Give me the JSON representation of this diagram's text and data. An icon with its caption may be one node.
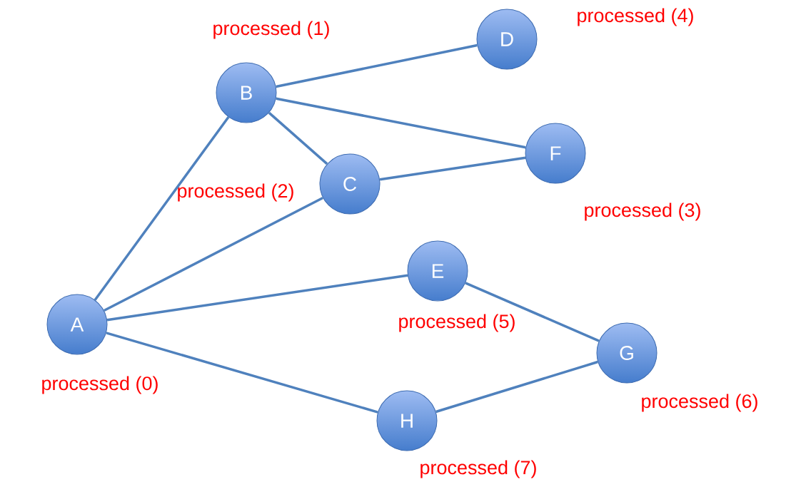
{
  "diagram": {
    "nodes": [
      {
        "text": [
          "A"
        ],
        "beside": [
          "processed (0)"
        ]
      },
      {
        "text": [
          "B"
        ],
        "beside": [
          "processed (1)"
        ]
      },
      {
        "text": [
          "C"
        ],
        "beside": [
          "processed (2)"
        ]
      },
      {
        "text": [
          "D"
        ],
        "beside": [
          "processed (4)"
        ]
      },
      {
        "text": [
          "E"
        ],
        "beside": [
          "processed (5)"
        ]
      },
      {
        "text": [
          "F"
        ],
        "beside": [
          "processed (3)"
        ]
      },
      {
        "text": [
          "G"
        ],
        "beside": [
          "processed (6)"
        ]
      },
      {
        "text": [
          "H"
        ],
        "beside": [
          "processed (7)"
        ]
      }
    ],
    "edges": [
      {
        "from": 0,
        "to": 1,
        "arrow": "none"
      },
      {
        "from": 0,
        "to": 2,
        "arrow": "none"
      },
      {
        "from": 0,
        "to": 4,
        "arrow": "none"
      },
      {
        "from": 0,
        "to": 7,
        "arrow": "none"
      },
      {
        "from": 1,
        "to": 2,
        "arrow": "none"
      },
      {
        "from": 1,
        "to": 3,
        "arrow": "none"
      },
      {
        "from": 1,
        "to": 5,
        "arrow": "none"
      },
      {
        "from": 2,
        "to": 5,
        "arrow": "none"
      },
      {
        "from": 4,
        "to": 6,
        "arrow": "none"
      },
      {
        "from": 7,
        "to": 6,
        "arrow": "none"
      }
    ]
  }
}
